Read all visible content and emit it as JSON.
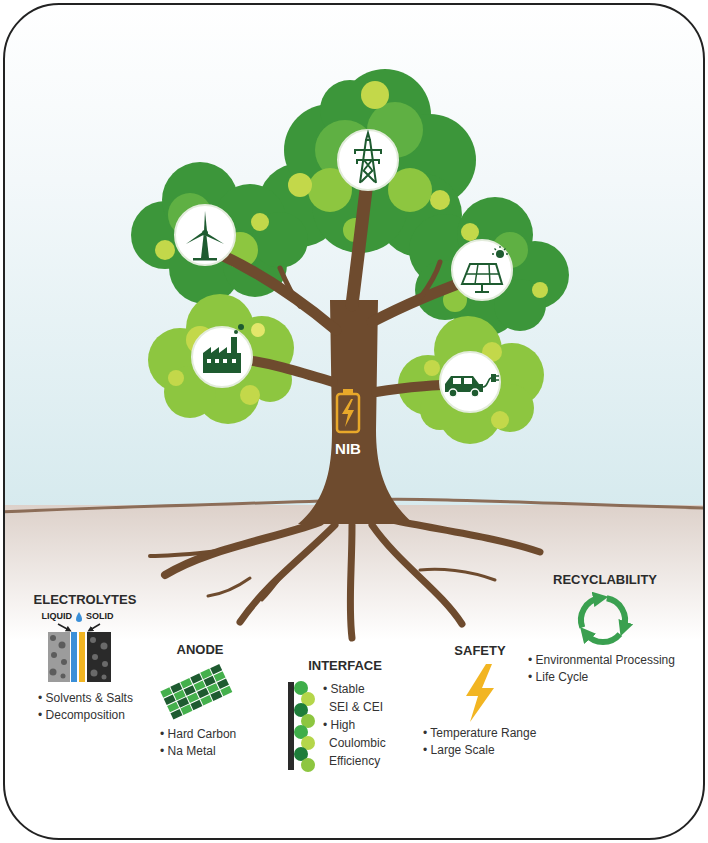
{
  "diagram": {
    "nodes": [
      {
        "text": [
          "ELECTROLYTES",
          "• Solvents & Salts",
          "• Decomposition"
        ]
      },
      {
        "text": [
          "ANODE",
          "• Hard Carbon",
          "• Na Metal"
        ]
      },
      {
        "text": [
          "INTERFACE",
          "• Stable SEI & CEI",
          "• High Coulombic Efficiency"
        ]
      },
      {
        "text": [
          "SAFETY",
          "• Temperature Range",
          "• Large Scale"
        ]
      },
      {
        "text": [
          "RECYCLABILITY",
          "• Environmental Processing",
          "• Life Cycle"
        ]
      }
    ],
    "labels": [
      "NIB",
      "LIQUID",
      "SOLID"
    ]
  }
}
